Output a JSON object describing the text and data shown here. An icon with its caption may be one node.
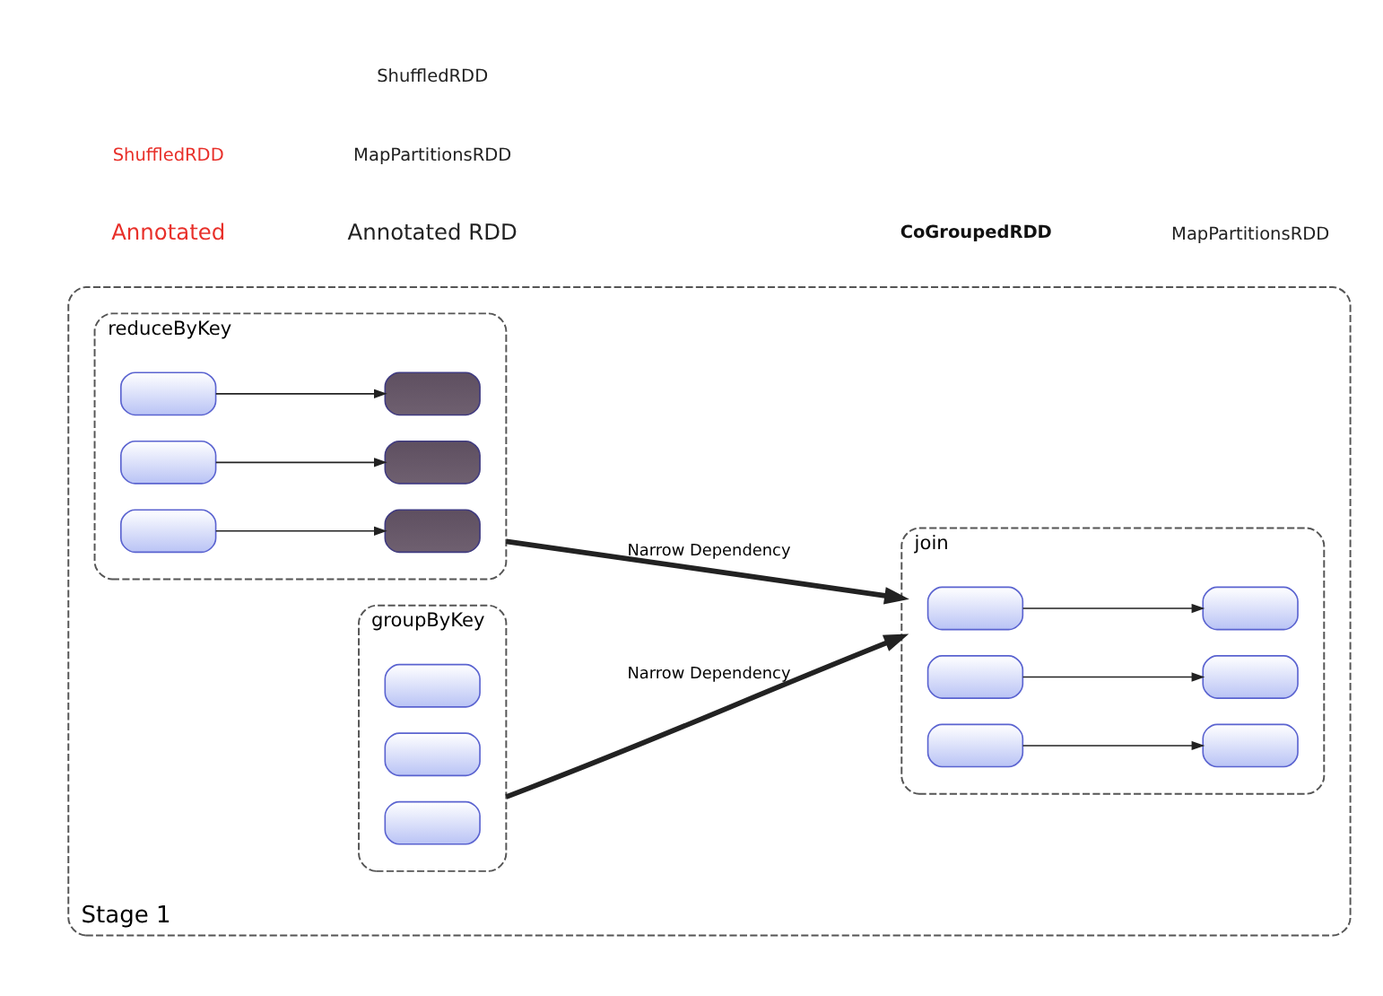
{
  "diagram": {
    "nodes": [
      {
        "text": [
          "Stage 1"
        ]
      },
      {
        "text": [
          "reduceByKey"
        ],
        "in": 0
      },
      {
        "text": [],
        "shape": "box",
        "in": 1
      },
      {
        "text": [],
        "shape": "box",
        "in": 1
      },
      {
        "text": [],
        "shape": "box",
        "in": 1
      },
      {
        "text": [],
        "shape": "box",
        "in": 1
      },
      {
        "text": [],
        "shape": "box",
        "in": 1
      },
      {
        "text": [],
        "shape": "box",
        "in": 1
      },
      {
        "text": [
          "join"
        ],
        "in": 0
      },
      {
        "text": [],
        "shape": "box",
        "in": 8
      },
      {
        "text": [],
        "shape": "box",
        "in": 8
      },
      {
        "text": [],
        "shape": "box",
        "in": 8
      },
      {
        "text": [],
        "shape": "box",
        "in": 8
      },
      {
        "text": [],
        "shape": "box",
        "in": 8
      },
      {
        "text": [],
        "shape": "box",
        "in": 8
      },
      {
        "text": [
          "groupByKey"
        ],
        "in": 0
      },
      {
        "text": [],
        "shape": "box",
        "in": 15
      },
      {
        "text": [],
        "shape": "box",
        "in": 15
      },
      {
        "text": [],
        "shape": "box",
        "in": 15
      }
    ],
    "edges": [
      {
        "from": 2,
        "to": 3,
        "arrow": "to"
      },
      {
        "from": 4,
        "to": 5,
        "arrow": "to"
      },
      {
        "from": 6,
        "to": 7,
        "arrow": "to"
      },
      {
        "from": 9,
        "to": 10,
        "arrow": "to"
      },
      {
        "from": 11,
        "to": 12,
        "arrow": "to"
      },
      {
        "from": 13,
        "to": 14,
        "arrow": "to"
      },
      {
        "from": 1,
        "to": 8,
        "arrow": "to",
        "label": "Narrow Dependency",
        "style": "thick"
      },
      {
        "from": 15,
        "to": 8,
        "arrow": "to",
        "label": "Narrow Dependency",
        "style": "thick"
      }
    ],
    "labels": [
      "Annotated",
      "Annotated RDD",
      "ShuffledRDD",
      "MapPartitionsRDD",
      "CoGroupedRDD",
      "MapPartitionsRDD",
      "ShuffledRDD"
    ]
  }
}
